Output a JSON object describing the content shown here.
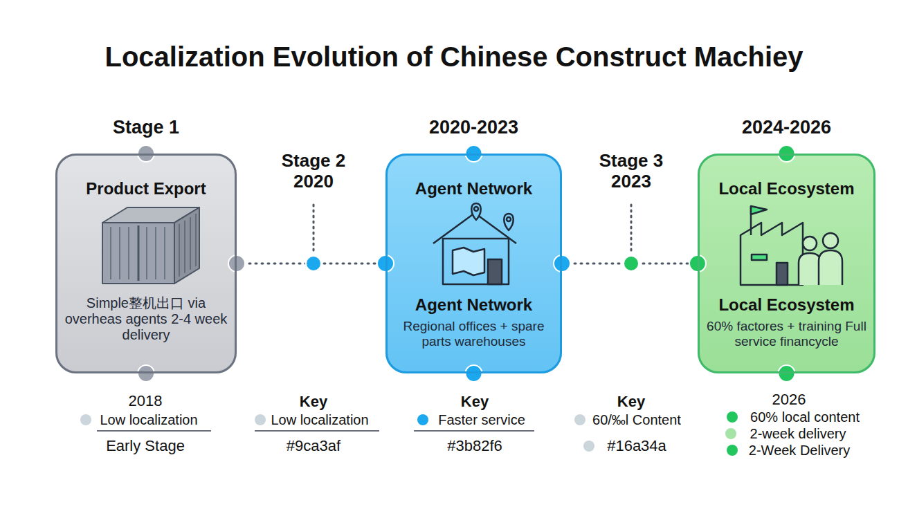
{
  "diagram": {
    "title": "Localization Evolution of Chinese Construct Machiey",
    "nodes": [
      {
        "text": [
          "Stage 1",
          "Product Export",
          "Simple整机出口 via overheas agents 2-4 week delivery"
        ]
      },
      {
        "text": [
          "2020-2023",
          "Agent Network",
          "Agent Network",
          "Regional offices + spare parts warehouses"
        ]
      },
      {
        "text": [
          "2024-2026",
          "Local Ecosystem",
          "Local Ecosystem",
          "60% factores + training Full service financycle"
        ]
      }
    ],
    "edges": [
      {
        "from": 0,
        "to": 1,
        "arrow": "none"
      },
      {
        "from": 1,
        "to": 2,
        "arrow": "none"
      }
    ],
    "labels": [
      "Stage 2 2020",
      "Stage 3 2023",
      "2018",
      "Low localization",
      "Early Stage",
      "Key",
      "Low localization",
      "#9ca3af",
      "Key",
      "Faster service",
      "#3b82f6",
      "Key",
      "60/‰l Content",
      "#16a34a",
      "2026",
      "60% local content",
      "2-week delivery",
      "2-Week Delivery"
    ]
  }
}
